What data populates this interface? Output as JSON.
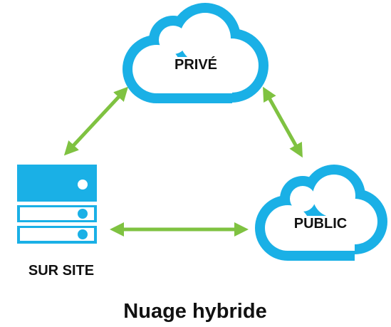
{
  "diagram": {
    "title": "Nuage hybride",
    "nodes": {
      "private_cloud": {
        "label": "PRIVÉ",
        "icon": "cloud-icon"
      },
      "public_cloud": {
        "label": "PUBLIC",
        "icon": "cloud-icon"
      },
      "on_premises": {
        "label": "SUR SITE",
        "icon": "server-icon"
      }
    },
    "connections": [
      {
        "from": "on_premises",
        "to": "private_cloud",
        "direction": "bidirectional"
      },
      {
        "from": "private_cloud",
        "to": "public_cloud",
        "direction": "bidirectional"
      },
      {
        "from": "on_premises",
        "to": "public_cloud",
        "direction": "bidirectional"
      }
    ],
    "colors": {
      "cloud_outline": "#1ab0e6",
      "server_fill": "#1ab0e6",
      "arrow": "#7fc241",
      "text": "#111111"
    }
  }
}
